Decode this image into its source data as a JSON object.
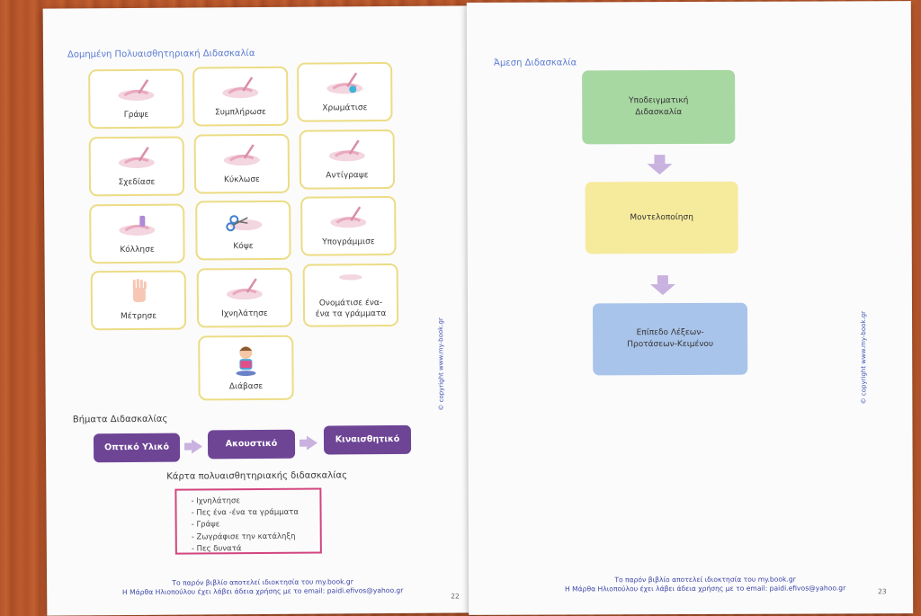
{
  "left_page": {
    "title": "Δομημένη Πολυαισθητηριακή Διδασκαλία",
    "cards": [
      {
        "label": "Γράψε",
        "icon": "hand-writing-icon"
      },
      {
        "label": "Συμπλήρωσε",
        "icon": "hand-writing-icon"
      },
      {
        "label": "Χρωμάτισε",
        "icon": "hand-coloring-icon"
      },
      {
        "label": "Σχεδίασε",
        "icon": "hand-drawing-icon"
      },
      {
        "label": "Κύκλωσε",
        "icon": "hand-circling-icon"
      },
      {
        "label": "Αντίγραψε",
        "icon": "hand-copying-icon"
      },
      {
        "label": "Κόλλησε",
        "icon": "hand-gluing-icon"
      },
      {
        "label": "Κόψε",
        "icon": "scissors-icon"
      },
      {
        "label": "Υπογράμμισε",
        "icon": "hand-underlining-icon"
      },
      {
        "label": "Μέτρησε",
        "icon": "counting-hand-icon"
      },
      {
        "label": "Ιχνηλάτησε",
        "icon": "hand-tracing-icon"
      },
      {
        "label": "Ονομάτισε ένα-ένα τα γράμματα",
        "icon": "hand-naming-icon"
      },
      {
        "label": "Διάβασε",
        "icon": "child-reading-icon"
      }
    ],
    "steps_title": "Βήματα Διδασκαλίας",
    "steps": [
      "Οπτικό Υλικό",
      "Ακουστικό",
      "Κιναισθητικό"
    ],
    "card_title": "Κάρτα πολυαισθητηριακής διδασκαλίας",
    "card_items": [
      "- Ιχνηλάτησε",
      "- Πες ένα -ένα τα γράμματα",
      "- Γράψε",
      "- Ζωγράφισε την κατάληξη",
      "- Πες δυνατά"
    ],
    "footer_line1": "Το παρόν βιβλίο αποτελεί ιδιοκτησία του my.book.gr",
    "footer_line2": "Η Μάρθα Ηλιοπούλου έχει λάβει άδεια χρήσης με το email: paidi.efivos@yahoo.gr",
    "page_number": "22",
    "copyright": "© copyright www.my-book.gr"
  },
  "right_page": {
    "title": "Άμεση Διδασκαλία",
    "flow": [
      {
        "label": "Υποδειγματική Διδασκαλία",
        "color": "#a8d8a2"
      },
      {
        "label": "Μοντελοποίηση",
        "color": "#f6ea9c"
      },
      {
        "label": "Επίπεδο Λέξεων-Προτάσεων-Κειμένου",
        "color": "#a9c4ea"
      }
    ],
    "footer_line1": "Το παρόν βιβλίο αποτελεί ιδιοκτησία του my.book.gr",
    "footer_line2": "Η Μάρθα Ηλιοπούλου έχει λάβει άδεια χρήσης με το email: paidi.efivos@yahoo.gr",
    "page_number": "23",
    "copyright": "© copyright www.my-book.gr"
  },
  "colors": {
    "step_purple": "#6e4595",
    "card_border": "#ecdc84",
    "list_border": "#d2457e",
    "arrow": "#c9b2df"
  }
}
